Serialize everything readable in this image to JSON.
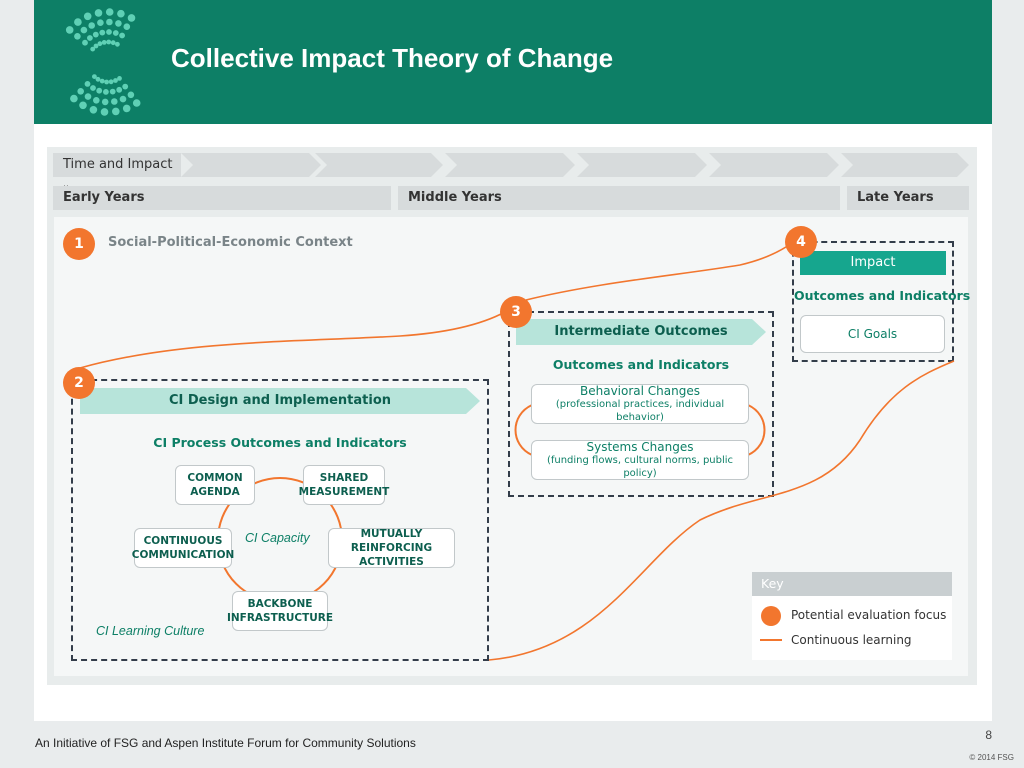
{
  "header": {
    "title": "Collective Impact Theory of Change"
  },
  "timeline": {
    "label": "Time and Impact »",
    "periods": [
      "Early Years",
      "Middle Years",
      "Late Years"
    ]
  },
  "context": {
    "number": "1",
    "label": "Social-Political-Economic Context"
  },
  "design": {
    "number": "2",
    "band": "CI Design and Implementation",
    "subtitle": "CI Process Outcomes and Indicators",
    "nodes": {
      "common_agenda": "COMMON AGENDA",
      "shared_measurement": "SHARED MEASUREMENT",
      "continuous_communication": "CONTINUOUS COMMUNICATION",
      "mutually_reinforcing": "MUTUALLY REINFORCING ACTIVITIES",
      "backbone": "BACKBONE INFRASTRUCTURE"
    },
    "capacity": "CI Capacity",
    "learning_culture": "CI Learning Culture"
  },
  "intermediate": {
    "number": "3",
    "band": "Intermediate Outcomes",
    "subtitle": "Outcomes and Indicators",
    "behavioral": {
      "title": "Behavioral Changes",
      "detail": "(professional practices, individual behavior)"
    },
    "systems": {
      "title": "Systems Changes",
      "detail": "(funding flows, cultural norms, public policy)"
    }
  },
  "impact": {
    "number": "4",
    "band": "Impact",
    "subtitle": "Outcomes and Indicators",
    "goals": "CI Goals"
  },
  "key": {
    "title": "Key",
    "evaluation_focus": "Potential evaluation focus",
    "continuous_learning": "Continuous learning"
  },
  "footer": {
    "initiative": "An Initiative of FSG and Aspen Institute Forum for Community Solutions",
    "page_number": "8",
    "copyright": "© 2014 FSG"
  },
  "colors": {
    "brand_green": "#0d7f66",
    "teal": "#16a68e",
    "light_teal": "#b7e4da",
    "orange": "#f2762e",
    "dash": "#333d4a"
  }
}
